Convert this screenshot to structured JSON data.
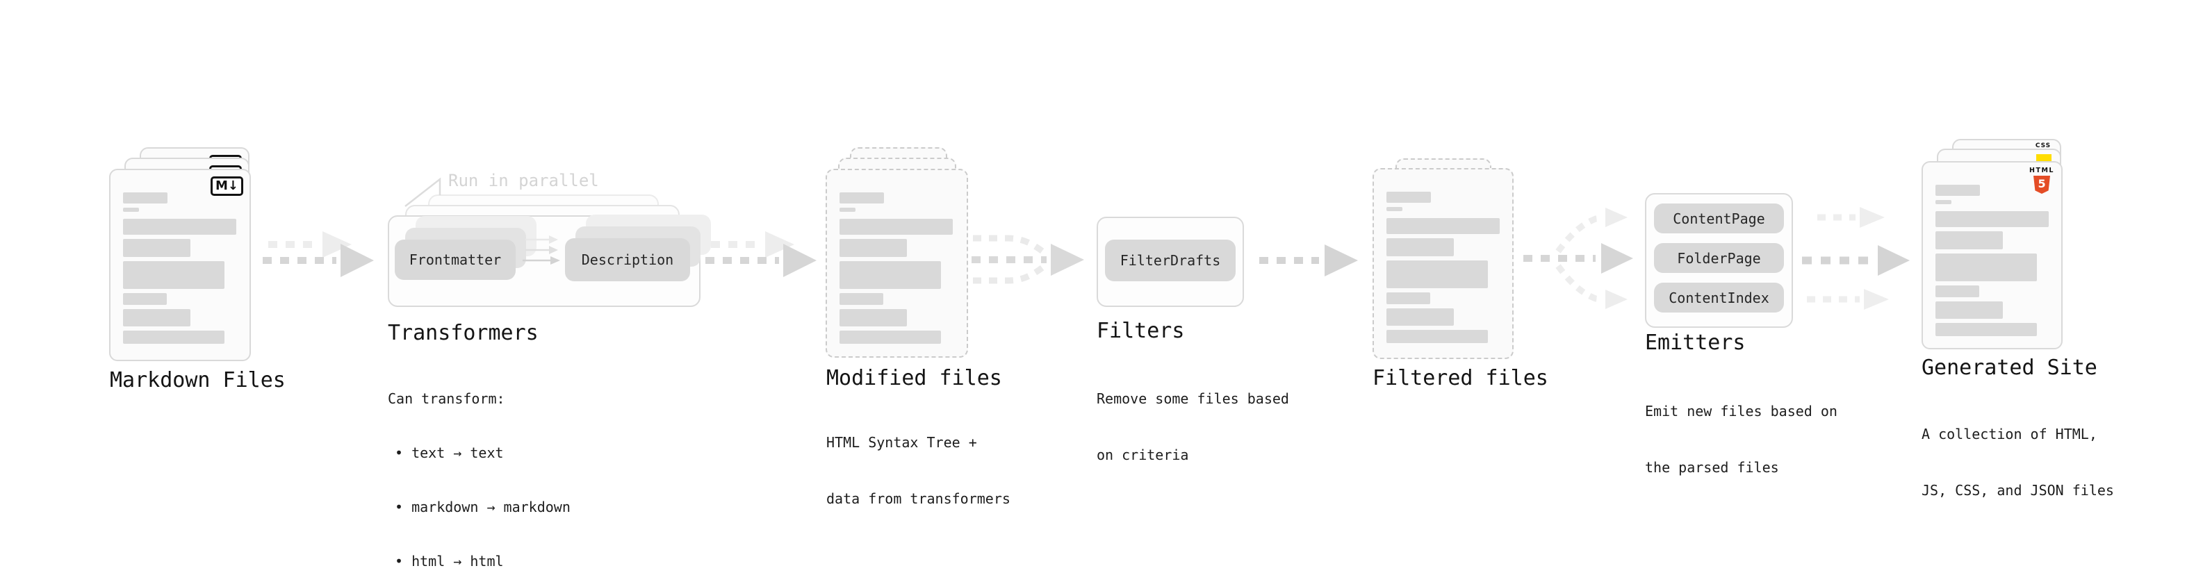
{
  "diagram": {
    "stages": [
      {
        "id": "markdown-files",
        "title": "Markdown Files"
      },
      {
        "id": "transformers",
        "title": "Transformers",
        "note": "Run in parallel",
        "buttons": [
          "Frontmatter",
          "Description"
        ],
        "desc_intro": "Can transform:",
        "bullets": [
          "• text → text",
          "• markdown → markdown",
          "• html → html"
        ]
      },
      {
        "id": "modified-files",
        "title": "Modified files",
        "desc": [
          "HTML Syntax Tree +",
          "data from transformers"
        ]
      },
      {
        "id": "filters",
        "title": "Filters",
        "buttons": [
          "FilterDrafts"
        ],
        "desc": [
          "Remove some files based",
          "on criteria"
        ]
      },
      {
        "id": "filtered-files",
        "title": "Filtered files"
      },
      {
        "id": "emitters",
        "title": "Emitters",
        "buttons": [
          "ContentPage",
          "FolderPage",
          "ContentIndex"
        ],
        "desc": [
          "Emit new files based on",
          "the parsed files"
        ]
      },
      {
        "id": "generated-site",
        "title": "Generated Site",
        "desc": [
          "A collection of HTML,",
          "JS, CSS, and JSON files"
        ]
      }
    ],
    "icons": {
      "markdown_glyph": "M↓",
      "html5_text": "HTML",
      "html5_number": "5",
      "css_text": "CSS"
    },
    "colors": {
      "html5_orange": "#E44D26",
      "js_yellow": "#FFDD00",
      "css_blue": "#2B6BEF",
      "arrow_dark": "#D5D5D5",
      "arrow_light": "#EDEDED",
      "bar_gray": "#D9D9D9"
    }
  }
}
